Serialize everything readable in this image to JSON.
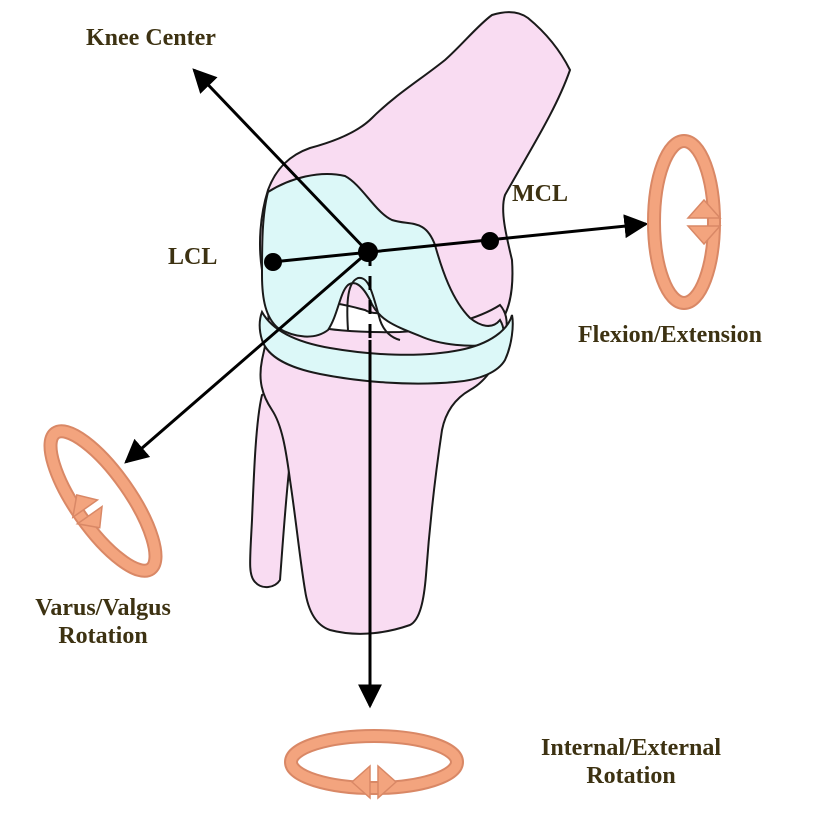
{
  "labels": {
    "knee_center": "Knee Center",
    "mcl": "MCL",
    "lcl": "LCL",
    "flexion": "Flexion/Extension",
    "varus_line1": "Varus/Valgus",
    "varus_line2": "Rotation",
    "internal_line1": "Internal/External",
    "internal_line2": "Rotation"
  },
  "colors": {
    "bone": "#f9dcf2",
    "cartilage": "#dcf8f8",
    "outline": "#1a1a1a",
    "axis": "#000000",
    "rotation_ring": "#f3a47e",
    "rotation_ring_dark": "#d98866",
    "text": "#3d3212"
  }
}
